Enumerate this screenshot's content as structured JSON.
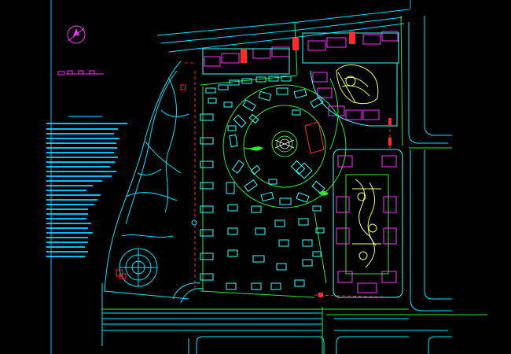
{
  "app": {
    "title": "",
    "background": "#000000"
  },
  "colors": {
    "frame": "#00bfff",
    "road": "#00e5ff",
    "green_line": "#2ee82e",
    "building_magenta": "#ff33ff",
    "building_cyan": "#33ffff",
    "red_accent": "#ff2a2a",
    "landscape": "#e5ff66",
    "white_line": "#ffffff"
  },
  "icons": {
    "north_arrow": "compass-north-arrow",
    "site_label": "site-label-block",
    "legend": "legend-text-block"
  }
}
